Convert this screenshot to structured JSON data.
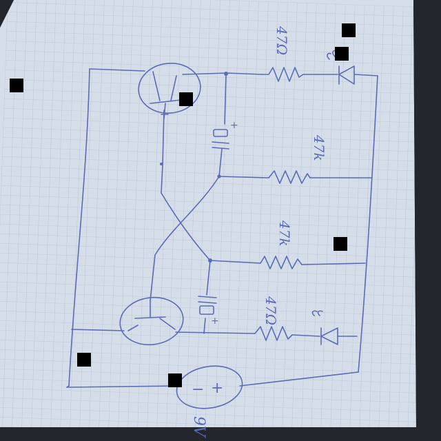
{
  "schematic": {
    "labels": {
      "r_top": "47Ω",
      "r_upper_mid": "47k",
      "r_lower_mid": "47k",
      "r_bottom": "47Ω",
      "battery_sign_neg": "−",
      "battery_sign_pos": "+",
      "battery": "9V",
      "cap_top_plus": "+",
      "cap_bottom_plus": "+"
    },
    "colors": {
      "paper": "#d5dde8",
      "grid": "#b6c2d4",
      "ink": "#5b6bb5",
      "background": "#23262c"
    }
  }
}
